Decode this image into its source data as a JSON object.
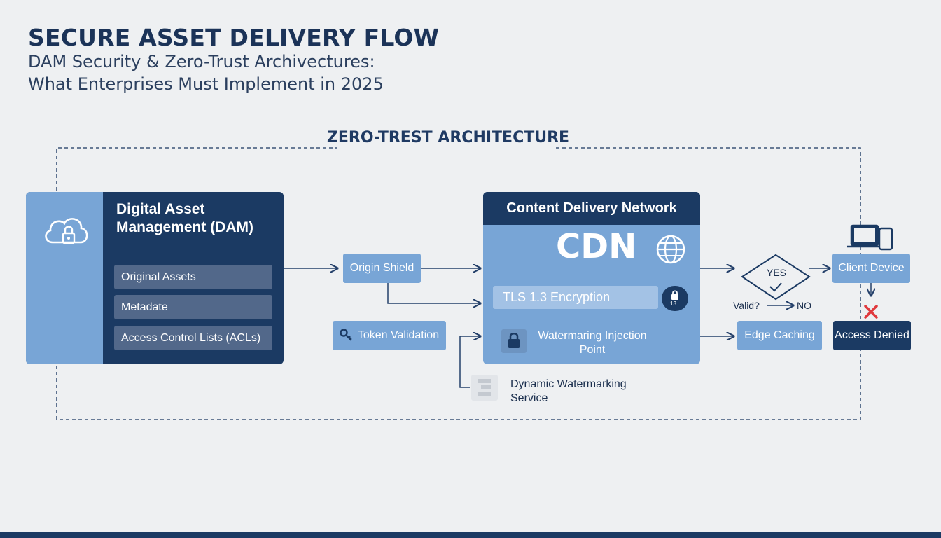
{
  "header": {
    "title": "SECURE ASSET DELIVERY FLOW",
    "subtitle_line1": "DAM Security & Zero-Trust Archivectures:",
    "subtitle_line2": "What Enterprises Must Implement in 2025"
  },
  "zero_trust": {
    "label": "ZERO-TREST ARCHITECTURE"
  },
  "dam": {
    "title": "Digital Asset Management (DAM)",
    "items": [
      "Original Assets",
      "Metadate",
      "Access Control Lists (ACLs)"
    ],
    "icon": "cloud-lock-icon"
  },
  "flow": {
    "origin_shield": "Origin Shield",
    "token_validation": "Token Validation",
    "dynamic_watermarking": "Dynamic Watermarking Service",
    "edge_caching": "Edge Caching",
    "client_device": "Client Device",
    "access_denied": "Access Denied"
  },
  "cdn": {
    "header": "Content Delivery Network",
    "big_label": "CDN",
    "tls": "TLS 1.3 Encryption",
    "tls_badge": "13",
    "watermark_point": "Watermaring Injection Point"
  },
  "decision": {
    "yes": "YES",
    "question": "Valid?",
    "no": "NO"
  },
  "colors": {
    "navy": "#1b3a63",
    "light_blue": "#78a5d6",
    "pale_blue": "#a3c2e5",
    "denied_red": "#e0393e"
  }
}
